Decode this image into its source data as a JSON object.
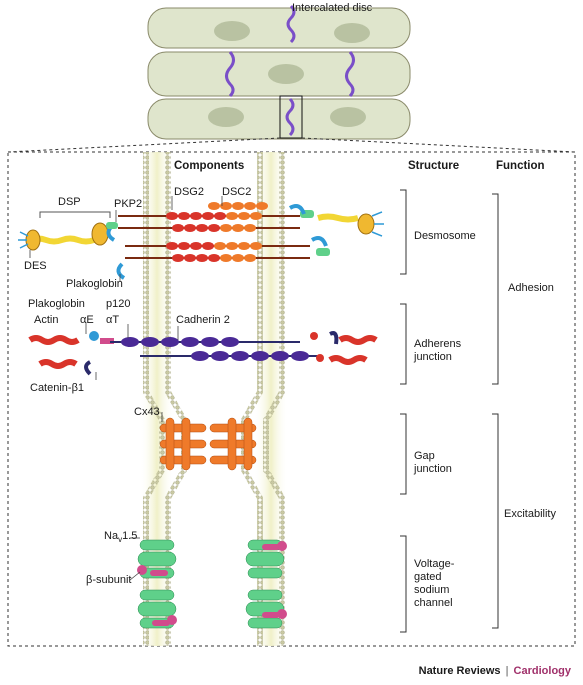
{
  "top_cells": {
    "intercalated_disc_label": "Intercalated disc"
  },
  "headers": {
    "components": "Components",
    "structure": "Structure",
    "function": "Function"
  },
  "component_labels": {
    "dsp": "DSP",
    "pkp2": "PKP2",
    "dsg2": "DSG2",
    "dsc2": "DSC2",
    "des": "DES",
    "plakoglobin_desmosome": "Plakoglobin",
    "plakoglobin_adherens": "Plakoglobin",
    "p120": "p120",
    "actin": "Actin",
    "alpha_e": "αE",
    "alpha_t": "αT",
    "cadherin2": "Cadherin 2",
    "catenin_b1": "Catenin-β1",
    "cx43": "Cx43",
    "nav15_main": "Na",
    "nav15_sub": "v",
    "nav15_tail": "1.5",
    "beta_subunit": "β-subunit"
  },
  "structures": {
    "desmosome": "Desmosome",
    "adherens_line1": "Adherens",
    "adherens_line2": "junction",
    "gap_line1": "Gap",
    "gap_line2": "junction",
    "sodium_line1": "Voltage-",
    "sodium_line2": "gated",
    "sodium_line3": "sodium",
    "sodium_line4": "channel"
  },
  "functions": {
    "adhesion": "Adhesion",
    "excitability": "Excitability"
  },
  "footer": {
    "journal": "Nature Reviews",
    "separator": "|",
    "section": "Cardiology"
  },
  "colors": {
    "membrane": "#bdbd94",
    "membrane_fill": "#f3f3d6",
    "cell_fill": "#dfe5cc",
    "nucleus": "#b9c2a2",
    "disc": "#7a4fc8",
    "orange": "#ef7a2a",
    "red": "#d9342a",
    "purple": "#4a2a96",
    "green": "#5fd08a",
    "pink": "#d14c8c",
    "yellow": "#f2d634",
    "blue": "#2f9ad6"
  }
}
